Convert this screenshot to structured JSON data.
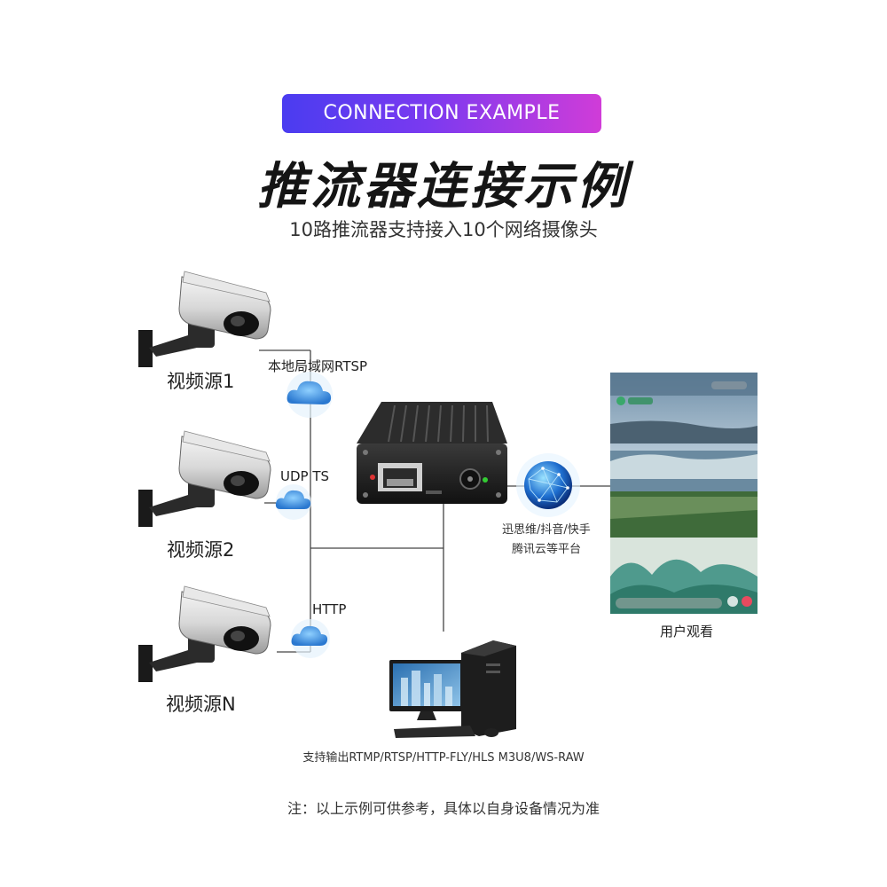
{
  "header": {
    "badge": "CONNECTION EXAMPLE",
    "title": "推流器连接示例",
    "subtitle": "10路推流器支持接入10个网络摄像头"
  },
  "sources": [
    {
      "label": "视频源1",
      "protocol": "本地局域网RTSP"
    },
    {
      "label": "视频源2",
      "protocol": "UDP TS"
    },
    {
      "label": "视频源N",
      "protocol": "HTTP"
    }
  ],
  "platform": {
    "line1": "迅思维/抖音/快手",
    "line2": "腾讯云等平台"
  },
  "viewer": {
    "label": "用户观看"
  },
  "output": {
    "label": "支持输出RTMP/RTSP/HTTP-FLY/HLS M3U8/WS-RAW"
  },
  "footnote": "注：以上示例可供参考，具体以自身设备情况为准",
  "colors": {
    "badge_start": "#4a3cf0",
    "badge_end": "#d03cd8",
    "line": "#444444",
    "cloud": "#3b8de0"
  },
  "icons": [
    "ip-camera-icon",
    "cloud-icon",
    "streaming-device-icon",
    "globe-icon",
    "desktop-computer-icon",
    "phone-screen-icon"
  ]
}
